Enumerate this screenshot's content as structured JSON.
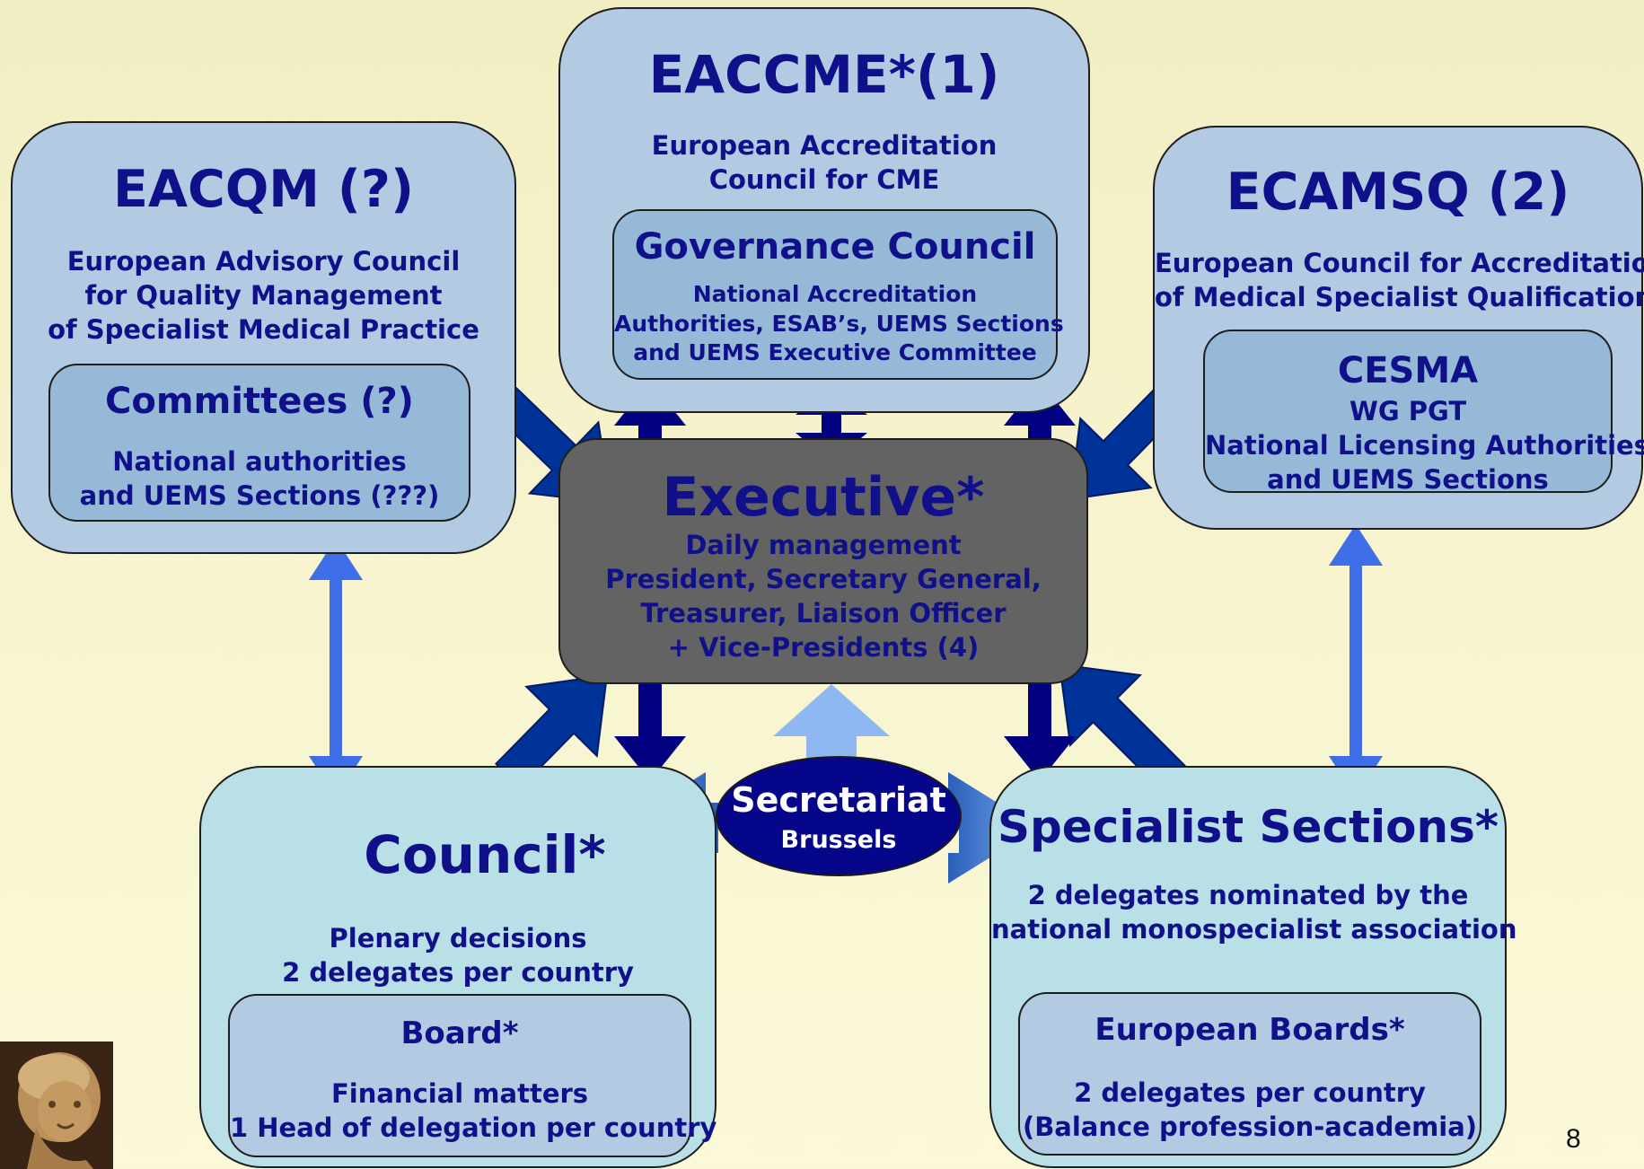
{
  "eaccme": {
    "title": "EACCME*(1)",
    "subtitle_lines": [
      "European Accreditation",
      "Council for CME"
    ],
    "inner_title": "Governance Council",
    "inner_lines": [
      "National Accreditation",
      "Authorities, ESAB’s, UEMS Sections",
      "and UEMS Executive Committee"
    ]
  },
  "eacqm": {
    "title": "EACQM (?)",
    "subtitle_lines": [
      "European Advisory Council",
      "for Quality Management",
      "of Specialist Medical Practice"
    ],
    "inner_title": "Committees (?)",
    "inner_lines": [
      "National authorities",
      "and UEMS Sections (???)"
    ]
  },
  "ecamsq": {
    "title": "ECAMSQ (2)",
    "subtitle_lines": [
      "European Council for Accreditation",
      "of Medical Specialist Qualification"
    ],
    "inner_title": "CESMA",
    "inner_lines": [
      "WG PGT",
      "National Licensing Authorities",
      "and UEMS Sections"
    ]
  },
  "executive": {
    "title": "Executive*",
    "lines": [
      "Daily management",
      "President, Secretary General,",
      "Treasurer, Liaison Officer",
      "+ Vice-Presidents (4)"
    ]
  },
  "council": {
    "title": "Council*",
    "subtitle_lines": [
      "Plenary decisions",
      "2 delegates per country"
    ],
    "inner_title": "Board*",
    "inner_lines": [
      "Financial matters",
      "1 Head of delegation per country"
    ]
  },
  "sections": {
    "title": "Specialist Sections*",
    "subtitle_lines": [
      "2 delegates nominated by the",
      "national monospecialist association"
    ],
    "inner_title": "European Boards*",
    "inner_lines": [
      "2 delegates per country",
      "(Balance profession-academia)"
    ]
  },
  "secretariat": {
    "title": "Secretariat",
    "subtitle": "Brussels"
  },
  "page_number": "8",
  "colors": {
    "navy_arrow": "#003399",
    "dark_arrow": "#000080",
    "bright_arrow": "#3f6fe8",
    "pale_arrow": "#8fb7f2",
    "gradient_arrow": "#4d86d6"
  }
}
